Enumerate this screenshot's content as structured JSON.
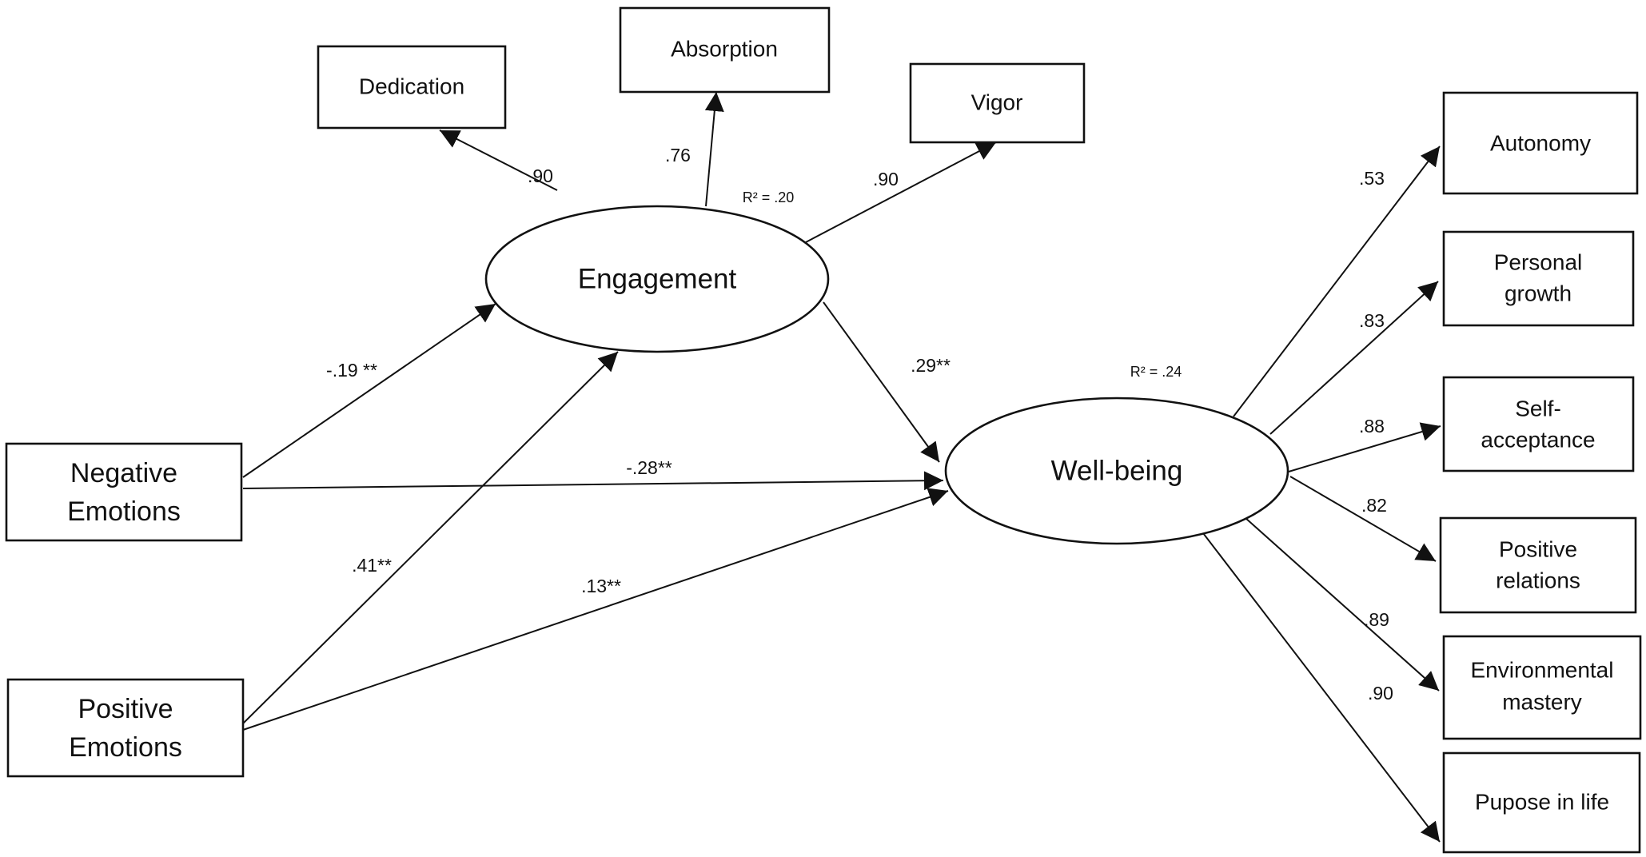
{
  "nodes": {
    "dedication": {
      "label": "Dedication"
    },
    "absorption": {
      "label": "Absorption"
    },
    "vigor": {
      "label": "Vigor"
    },
    "engagement": {
      "label": "Engagement",
      "r2": "R² = .20"
    },
    "wellbeing": {
      "label": "Well-being",
      "r2": "R² = .24"
    },
    "negative_emotions": {
      "line1": "Negative",
      "line2": "Emotions"
    },
    "positive_emotions": {
      "line1": "Positive",
      "line2": "Emotions"
    },
    "autonomy": {
      "label": "Autonomy"
    },
    "personal_growth": {
      "line1": "Personal",
      "line2": "growth"
    },
    "self_acceptance": {
      "line1": "Self-",
      "line2": "acceptance"
    },
    "positive_relations": {
      "line1": "Positive",
      "line2": "relations"
    },
    "environmental_mastery": {
      "line1": "Environmental",
      "line2": "mastery"
    },
    "purpose_in_life": {
      "label": "Pupose in life"
    }
  },
  "edges": {
    "eng_dedication": ".90",
    "eng_absorption": ".76",
    "eng_vigor": ".90",
    "neg_eng": "-.19 **",
    "pos_eng": ".41**",
    "eng_wb": ".29**",
    "neg_wb": "-.28**",
    "pos_wb": ".13**",
    "wb_autonomy": ".53",
    "wb_personal_growth": ".83",
    "wb_self_acceptance": ".88",
    "wb_positive_relations": ".82",
    "wb_environmental_mastery": ".89",
    "wb_purpose_in_life": ".90"
  }
}
